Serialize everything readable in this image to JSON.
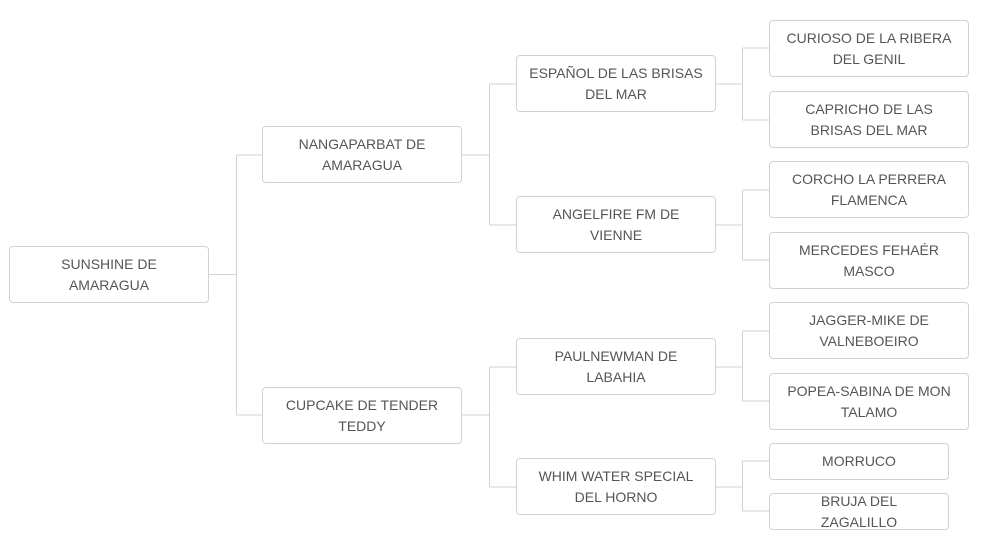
{
  "pedigree": {
    "subject": "SUNSHINE DE AMARAGUA",
    "sire": {
      "name": "NANGAPARBAT DE AMARAGUA",
      "sire": {
        "name": "ESPAÑOL DE LAS BRISAS DEL MAR",
        "sire": {
          "name": "CURIOSO DE LA RIBERA DEL GENIL"
        },
        "dam": {
          "name": "CAPRICHO DE LAS BRISAS DEL MAR"
        }
      },
      "dam": {
        "name": "ANGELFIRE FM DE VIENNE",
        "sire": {
          "name": "CORCHO LA PERRERA FLAMENCA"
        },
        "dam": {
          "name": "MERCEDES FEHAÉR MASCO"
        }
      }
    },
    "dam": {
      "name": "CUPCAKE DE TENDER TEDDY",
      "sire": {
        "name": "PAULNEWMAN DE LABAHIA",
        "sire": {
          "name": "JAGGER-MIKE DE VALNEBOEIRO"
        },
        "dam": {
          "name": "POPEA-SABINA DE MON TALAMO"
        }
      },
      "dam": {
        "name": "WHIM WATER SPECIAL DEL HORNO",
        "sire": {
          "name": "MORRUCO"
        },
        "dam": {
          "name": "BRUJA DEL ZAGALILLO"
        }
      }
    }
  }
}
